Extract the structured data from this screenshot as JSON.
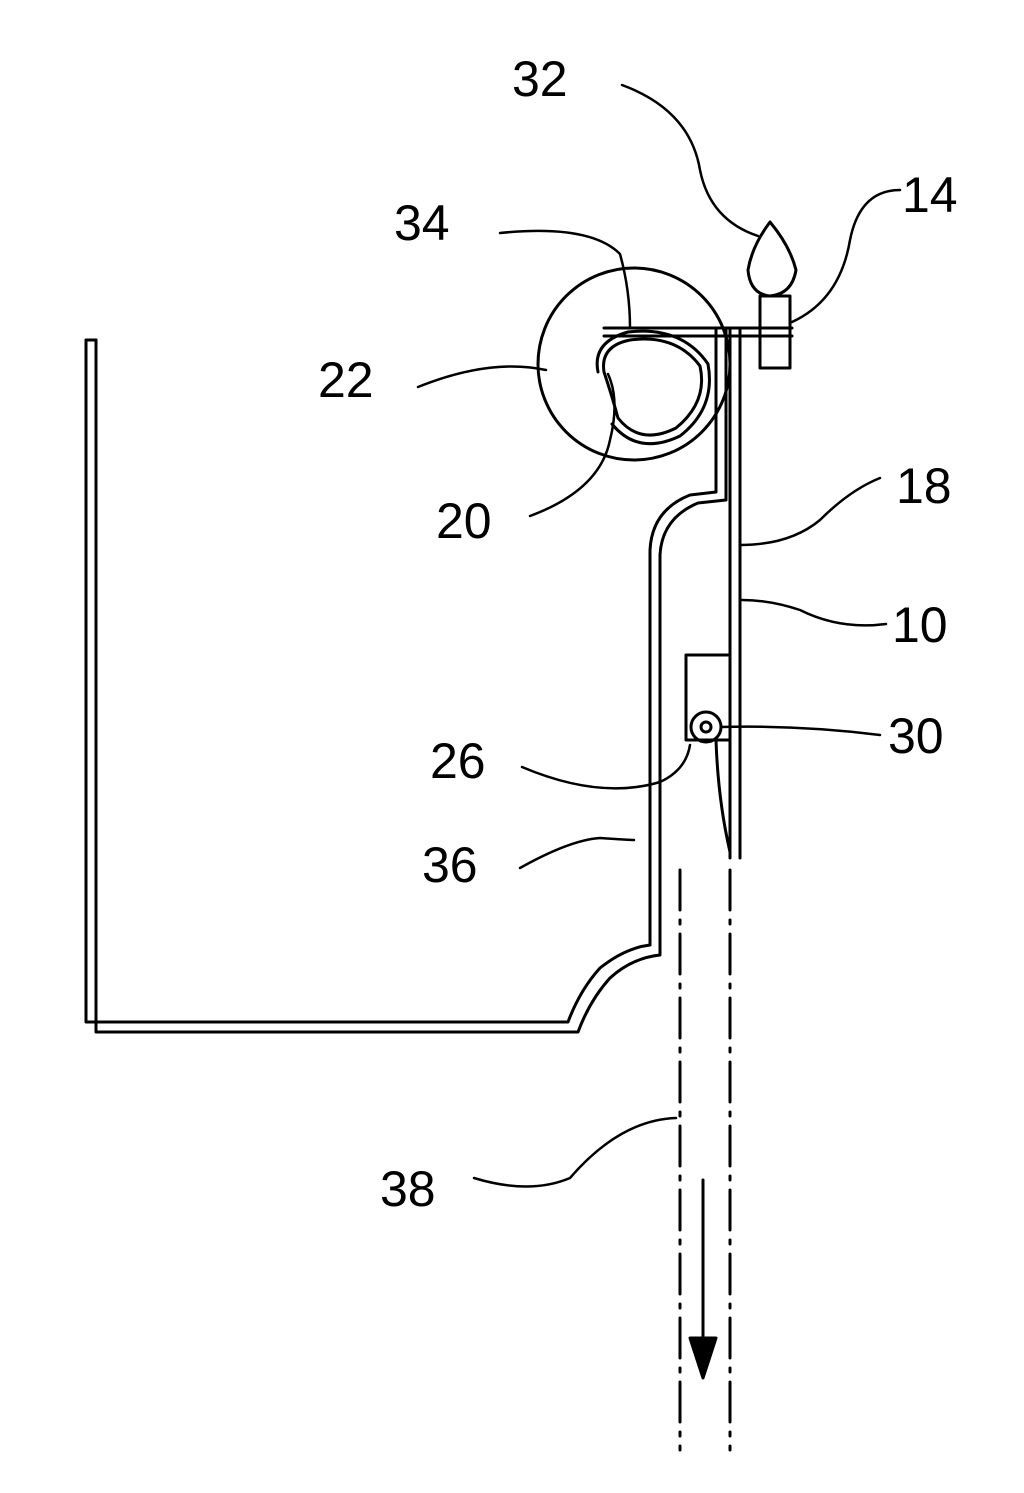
{
  "figure": {
    "background": "#ffffff",
    "line_color": "#000000",
    "labels": {
      "l32": "32",
      "l14": "14",
      "l34": "34",
      "l22": "22",
      "l20": "20",
      "l18": "18",
      "l10": "10",
      "l30": "30",
      "l26": "26",
      "l36": "36",
      "l38": "38"
    }
  }
}
